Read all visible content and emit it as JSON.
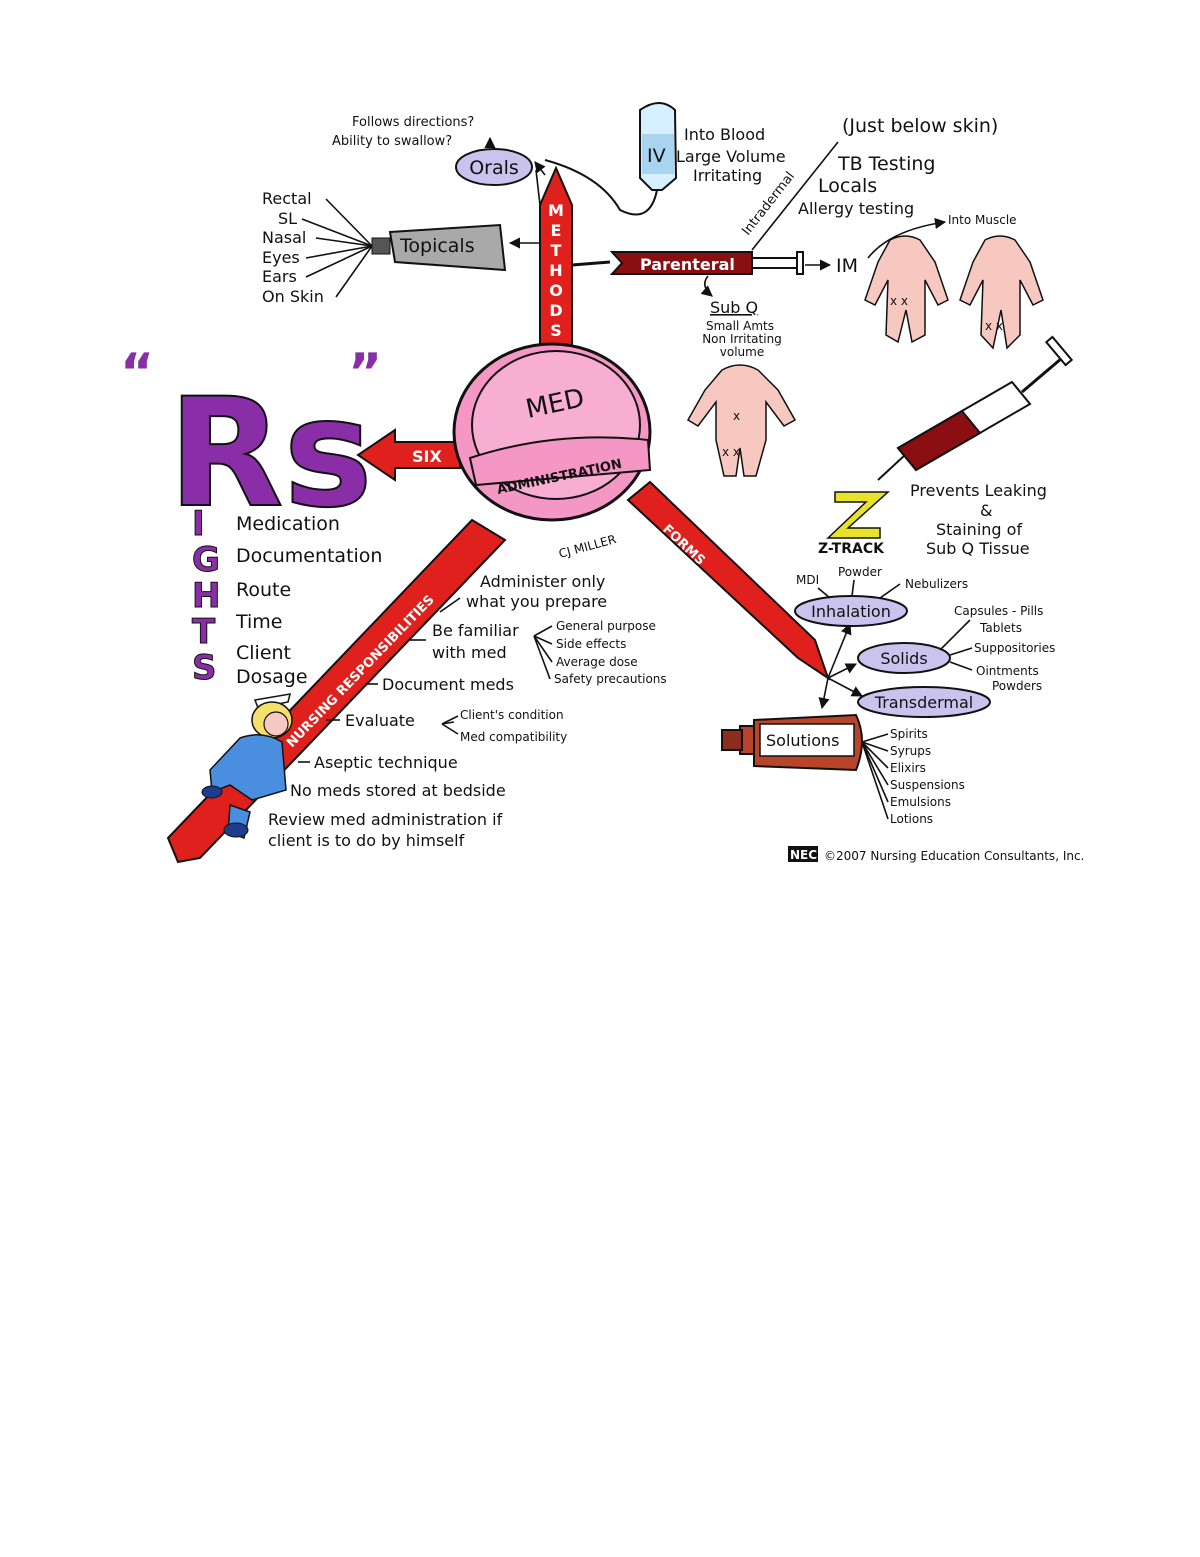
{
  "center": {
    "line1": "MED",
    "line2": "ADMINISTRATION"
  },
  "signature": "CJ MILLER",
  "arms": {
    "methods": "METHODS",
    "forms": "FORMS",
    "six": "SIX",
    "nursing": "NURSING RESPONSIBILITIES"
  },
  "rights": {
    "open_quote": "“",
    "close_quote": "”",
    "rs": "Rs",
    "ights": [
      "I",
      "G",
      "H",
      "T",
      "S"
    ],
    "items": [
      "Medication",
      "Documentation",
      "Route",
      "Time",
      "Client",
      "Dosage"
    ]
  },
  "orals": {
    "label": "Orals",
    "notes": [
      "Follows directions?",
      "Ability to swallow?"
    ]
  },
  "topicals": {
    "label": "Topicals",
    "sites": [
      "Rectal",
      "SL",
      "Nasal",
      "Eyes",
      "Ears",
      "On Skin"
    ]
  },
  "iv": {
    "label": "IV",
    "notes": [
      "Into Blood",
      "Large Volume",
      "Irritating"
    ]
  },
  "parenteral": {
    "label": "Parenteral",
    "intradermal": "Intradermal",
    "intradermal_notes": [
      "(Just below skin)",
      "TB Testing",
      "Locals",
      "Allergy testing"
    ],
    "im": "IM",
    "im_note": "Into Muscle",
    "subq": "Sub Q",
    "subq_notes": [
      "Small Amts",
      "Non Irritating",
      "volume"
    ]
  },
  "ztrack": {
    "label": "Z-TRACK",
    "notes": [
      "Prevents Leaking",
      "&",
      "Staining of",
      "Sub Q Tissue"
    ]
  },
  "forms": {
    "inhalation": "Inhalation",
    "inhalation_items": [
      "MDI",
      "Powder",
      "Nebulizers"
    ],
    "solids": "Solids",
    "solids_items": [
      "Capsules - Pills",
      "Tablets",
      "Suppositories",
      "Ointments",
      "Powders"
    ],
    "transdermal": "Transdermal",
    "solutions": "Solutions",
    "solutions_items": [
      "Spirits",
      "Syrups",
      "Elixirs",
      "Suspensions",
      "Emulsions",
      "Lotions"
    ]
  },
  "nursing": {
    "administer": [
      "Administer only",
      "what you prepare"
    ],
    "familiar": [
      "Be familiar",
      "with med"
    ],
    "familiar_items": [
      "General purpose",
      "Side effects",
      "Average dose",
      "Safety precautions"
    ],
    "document": "Document meds",
    "evaluate": "Evaluate",
    "evaluate_items": [
      "Client's condition",
      "Med compatibility"
    ],
    "aseptic": "Aseptic technique",
    "no_meds": "No meds stored at bedside",
    "review": [
      "Review med administration if",
      "client is to do by himself"
    ]
  },
  "copyright": {
    "logo": "NEC",
    "text": "©2007 Nursing Education Consultants, Inc."
  },
  "colors": {
    "red": "#e0201c",
    "pink": "#f597c4",
    "purple": "#8a2ea8",
    "lavender": "#c9c3ee",
    "gray": "#a9a9a9",
    "skin": "#f7c8c0"
  }
}
